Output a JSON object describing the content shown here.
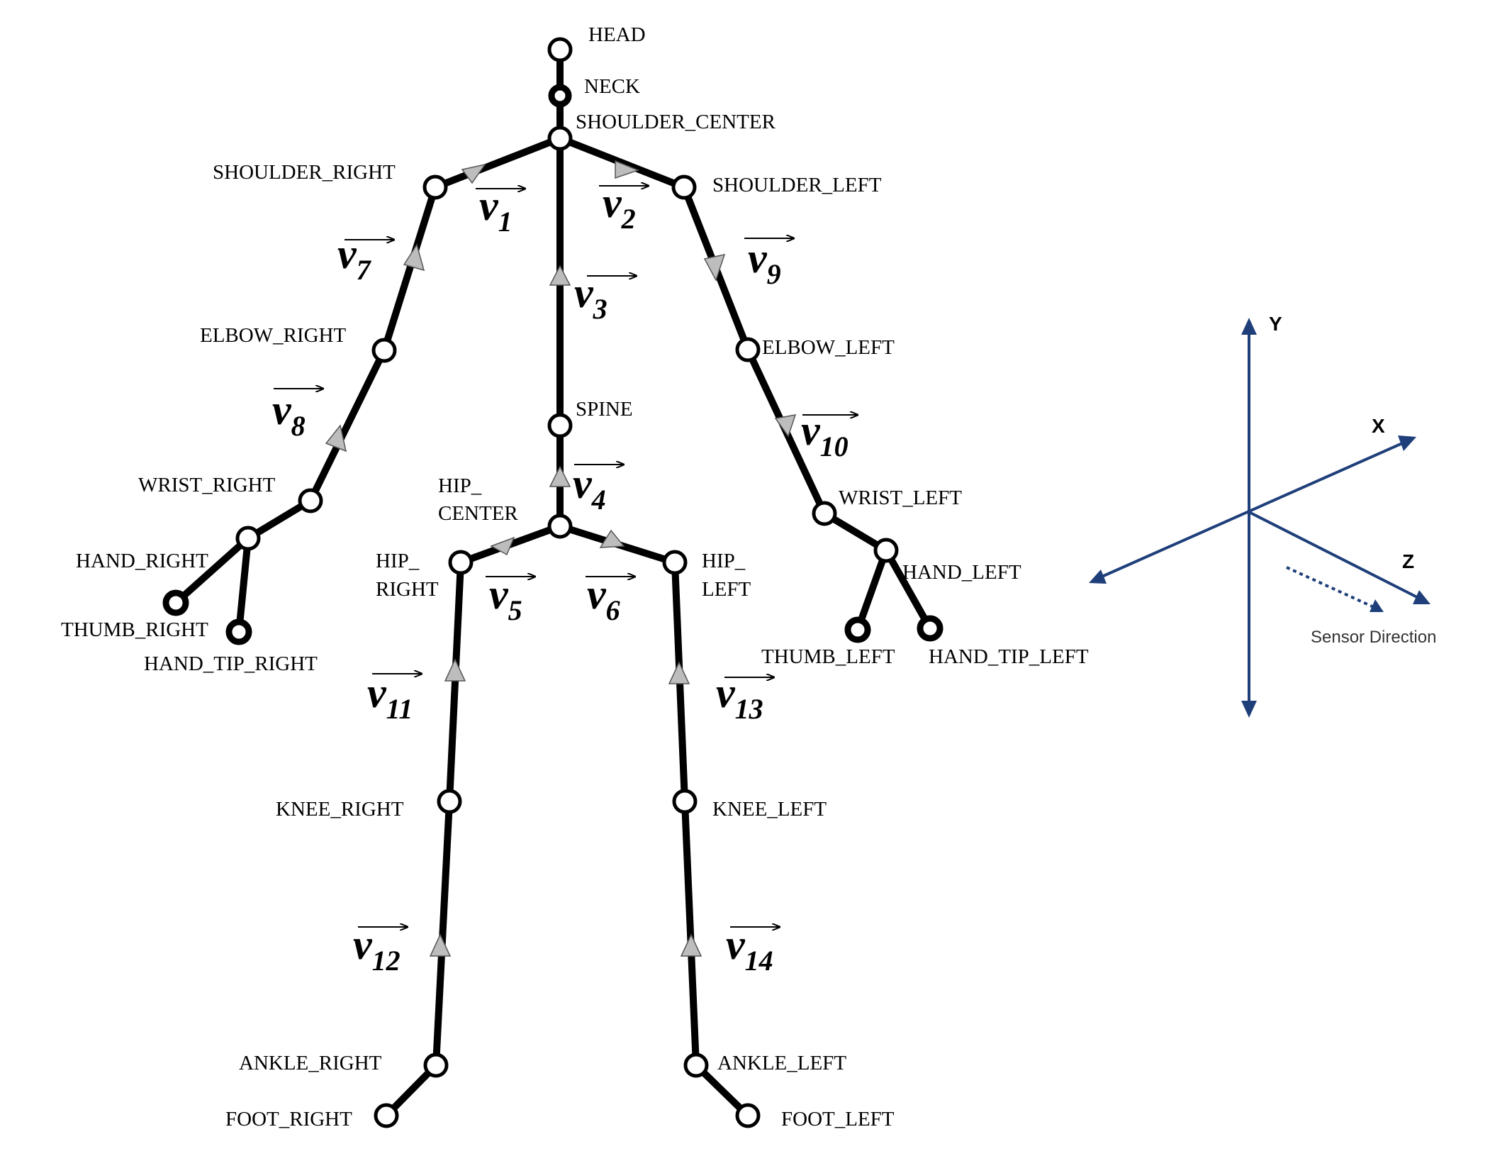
{
  "joints": {
    "head": "HEAD",
    "neck": "NECK",
    "shoulder_center": "SHOULDER_CENTER",
    "shoulder_right": "SHOULDER_RIGHT",
    "shoulder_left": "SHOULDER_LEFT",
    "elbow_right": "ELBOW_RIGHT",
    "elbow_left": "ELBOW_LEFT",
    "spine": "SPINE",
    "hip_center_1": "HIP_",
    "hip_center_2": "CENTER",
    "wrist_right": "WRIST_RIGHT",
    "wrist_left": "WRIST_LEFT",
    "hip_right_1": "HIP_",
    "hip_right_2": "RIGHT",
    "hip_left_1": "HIP_",
    "hip_left_2": "LEFT",
    "hand_right": "HAND_RIGHT",
    "hand_left": "HAND_LEFT",
    "thumb_right": "THUMB_RIGHT",
    "hand_tip_right": "HAND_TIP_RIGHT",
    "thumb_left": "THUMB_LEFT",
    "hand_tip_left": "HAND_TIP_LEFT",
    "knee_right": "KNEE_RIGHT",
    "knee_left": "KNEE_LEFT",
    "ankle_right": "ANKLE_RIGHT",
    "ankle_left": "ANKLE_LEFT",
    "foot_right": "FOOT_RIGHT",
    "foot_left": "FOOT_LEFT"
  },
  "vectors": {
    "symbol": "v",
    "v1": "1",
    "v2": "2",
    "v3": "3",
    "v4": "4",
    "v5": "5",
    "v6": "6",
    "v7": "7",
    "v8": "8",
    "v9": "9",
    "v10": "10",
    "v11": "11",
    "v12": "12",
    "v13": "13",
    "v14": "14"
  },
  "axes": {
    "y": "Y",
    "x": "X",
    "z": "Z",
    "sensor_direction": "Sensor Direction",
    "color": "#1f3f7a"
  }
}
